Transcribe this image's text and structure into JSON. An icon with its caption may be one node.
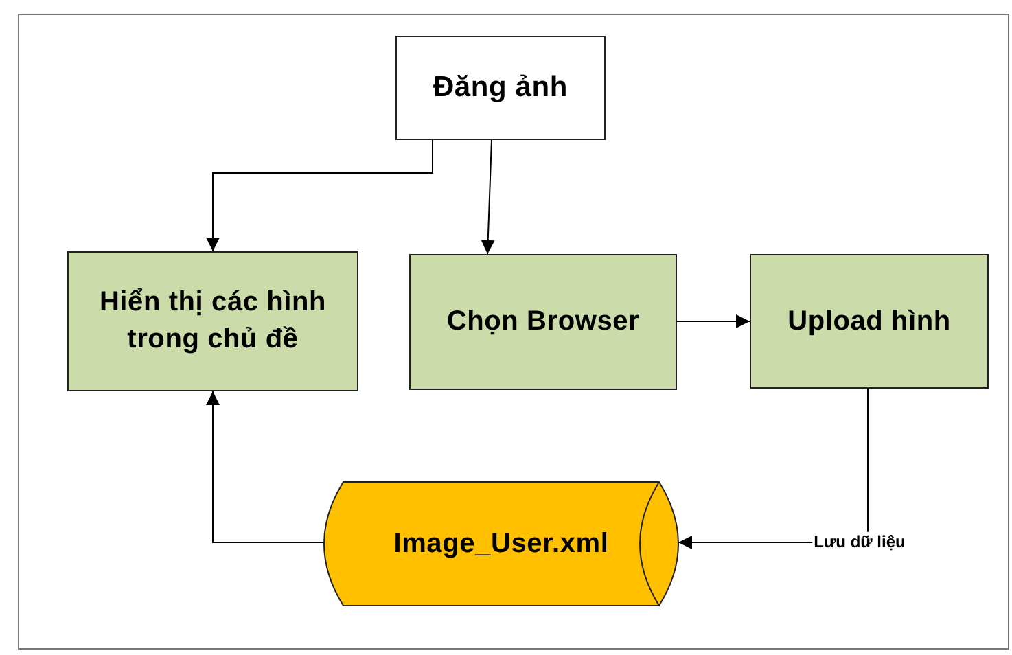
{
  "diagram": {
    "nodes": [
      {
        "text": [
          "Đăng ảnh"
        ]
      },
      {
        "text": [
          "Hiển thị các hình trong chủ đề"
        ]
      },
      {
        "text": [
          "Chọn Browser"
        ]
      },
      {
        "text": [
          "Upload hình"
        ]
      },
      {
        "text": [
          "Image_User.xml"
        ]
      }
    ],
    "edges": [
      {
        "from": 0,
        "to": 1,
        "arrow": "to"
      },
      {
        "from": 0,
        "to": 2,
        "arrow": "to"
      },
      {
        "from": 2,
        "to": 3,
        "arrow": "to"
      },
      {
        "from": 3,
        "to": 4,
        "arrow": "to",
        "label": "Lưu dữ liệu"
      },
      {
        "from": 4,
        "to": 1,
        "arrow": "to"
      }
    ]
  }
}
